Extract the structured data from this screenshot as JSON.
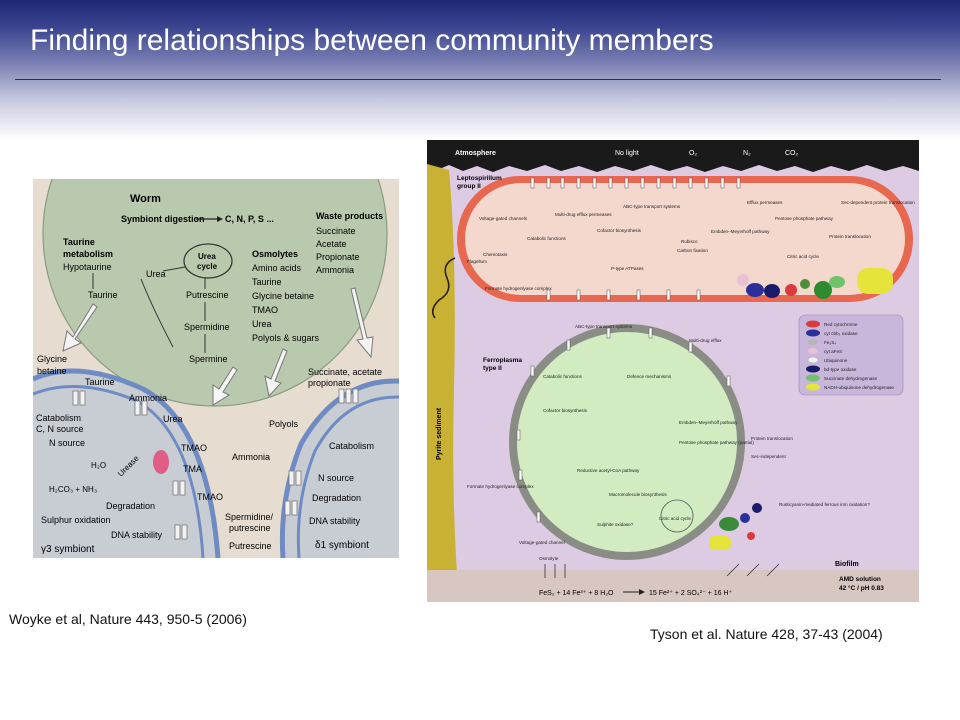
{
  "slide": {
    "title": "Finding relationships between community members",
    "caption_left": "Woyke et al, Nature 443, 950-5 (2006)",
    "caption_right": "Tyson et al. Nature 428, 37-43 (2004)"
  },
  "worm": {
    "heading": "Worm",
    "symbiont_digestion": "Symbiont digestion",
    "cnps": "C, N, P, S ...",
    "waste_heading": "Waste products",
    "waste": [
      "Succinate",
      "Acetate",
      "Propionate",
      "Ammonia"
    ],
    "taurine_heading1": "Taurine",
    "taurine_heading2": "metabolism",
    "hypotaurine": "Hypotaurine",
    "urea_cycle1": "Urea",
    "urea_cycle2": "cycle",
    "urea": "Urea",
    "taurine": "Taurine",
    "osmolytes_heading": "Osmolytes",
    "osmolytes": [
      "Amino acids",
      "Taurine",
      "Glycine betaine",
      "TMAO",
      "Urea",
      "Polyols & sugars"
    ],
    "putrescine": "Putrescine",
    "spermidine": "Spermidine",
    "spermine": "Spermine"
  },
  "symbionts": {
    "glycine_betaine1": "Glycine",
    "glycine_betaine2": "betaine",
    "taurine": "Taurine",
    "ammonia": "Ammonia",
    "urea": "Urea",
    "catabolism_cn1": "Catabolism",
    "catabolism_cn2": "C, N source",
    "n_source": "N source",
    "tmao": "TMAO",
    "tma": "TMA",
    "h2o": "H₂O",
    "urease": "Urease",
    "h2co3": "H₂CO₃ + NH₃",
    "degradation": "Degradation",
    "sulphur": "Sulphur oxidation",
    "dna_stability": "DNA stability",
    "succinate_acetate1": "Succinate, acetate",
    "succinate_acetate2": "propionate",
    "polyols": "Polyols",
    "ammonia2": "Ammonia",
    "tmao2": "TMAO",
    "spermidine_putrescine1": "Spermidine/",
    "spermidine_putrescine2": "putrescine",
    "putrescine": "Putrescine",
    "catabolism": "Catabolism",
    "n_source2": "N source",
    "degradation2": "Degradation",
    "dna_stability2": "DNA stability",
    "gamma3": "γ3 symbiont",
    "delta1": "δ1 symbiont"
  },
  "amd": {
    "atmosphere": "Atmosphere",
    "top_labels": [
      "No light",
      "O₂",
      "N₂",
      "CO₂"
    ],
    "lepto1": "Leptospirillum",
    "lepto2": "group II",
    "ferro1": "Ferroplasma",
    "ferro2": "type II",
    "sediment": "Pyrite sediment",
    "biofilm": "Biofilm",
    "amd_solution1": "AMD solution",
    "amd_solution2": "42 °C / pH 0.83",
    "reaction_left": "FeS₂ + 14 Fe³⁺ + 8 H₂O",
    "reaction_right": "15 Fe²⁺ + 2 SO₄²⁻ + 16 H⁺",
    "lepto_labels": [
      "Cofactor biosynthesis",
      "Catabolic functions",
      "Multi-drug efflux permeases",
      "ABC-type transport systems",
      "Embden–Meyerhoff pathway",
      "Pentose phosphate pathway",
      "Protein translocation",
      "Citric acid cycle",
      "Carbon fixation",
      "Rubisco",
      "Formate hydrogenlyase complex",
      "Voltage-gated channels",
      "Flagellum",
      "Chemotaxis",
      "Sec-dependent protein translocation",
      "Efflux permeases",
      "P-type ATPases"
    ],
    "ferro_labels": [
      "Catabolic functions",
      "Defence mechanisms",
      "Cofactor biosynthesis",
      "ABC-type transport systems",
      "Multi-drug efflux",
      "Embden–Meyerhoff pathway",
      "Pentose phosphate pathway (partial)",
      "Protein translocation",
      "Sec-independent",
      "Citric acid cycle",
      "Reductive acetyl-CoA pathway",
      "Formate hydrogenlyase complex",
      "Voltage-gated channel",
      "Osmolyte",
      "Sulphite oxidase?",
      "Macromolecule biosynthesis",
      "Rusticyanin-mediated ferrous iron oxidation?"
    ],
    "legend": [
      "Red cytochrome",
      "cyt cbb₃ oxidase",
      "Fe₅S₄",
      "cyt aFeS",
      "Ubiquinone",
      "bd-type oxidase",
      "Succinate dehydrogenase",
      "NADH-ubiquinone dehydrogenase"
    ]
  }
}
